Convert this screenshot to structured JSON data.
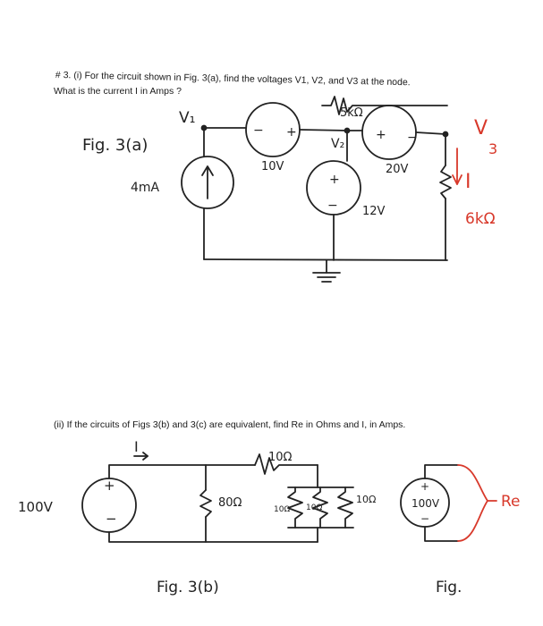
{
  "problem": {
    "line1": "# 3. (i)  For the circuit shown in Fig. 3(a), find the voltages V1, V2, and V3 at the node.",
    "line2": "What is the current I in Amps ?"
  },
  "fig_a": {
    "label": "Fig. 3(a)",
    "v1": "V₁",
    "v2": "V₂",
    "v3_letter": "V",
    "v3_sub": "3",
    "current": "I",
    "source_current": "4mA",
    "r_top": "5kΩ",
    "r_right": "6kΩ",
    "vs_10": "10V",
    "vs_20": "20V",
    "vs_12": "12V",
    "plus": "+",
    "minus": "−"
  },
  "part_ii": {
    "text": "(ii) If the circuits of Figs 3(b) and 3(c) are equivalent, find Re in Ohms and I, in Amps."
  },
  "fig_b": {
    "label": "Fig. 3(b)",
    "source": "100V",
    "current": "I",
    "r_top": "10Ω",
    "r_80": "80Ω",
    "r_10a": "10Ω",
    "r_10b": "10Ω",
    "r_10c": "10Ω",
    "plus": "+",
    "minus": "−"
  },
  "fig_c": {
    "label": "Fig.",
    "source": "100V",
    "re": "Re",
    "plus": "+",
    "minus": "−"
  }
}
